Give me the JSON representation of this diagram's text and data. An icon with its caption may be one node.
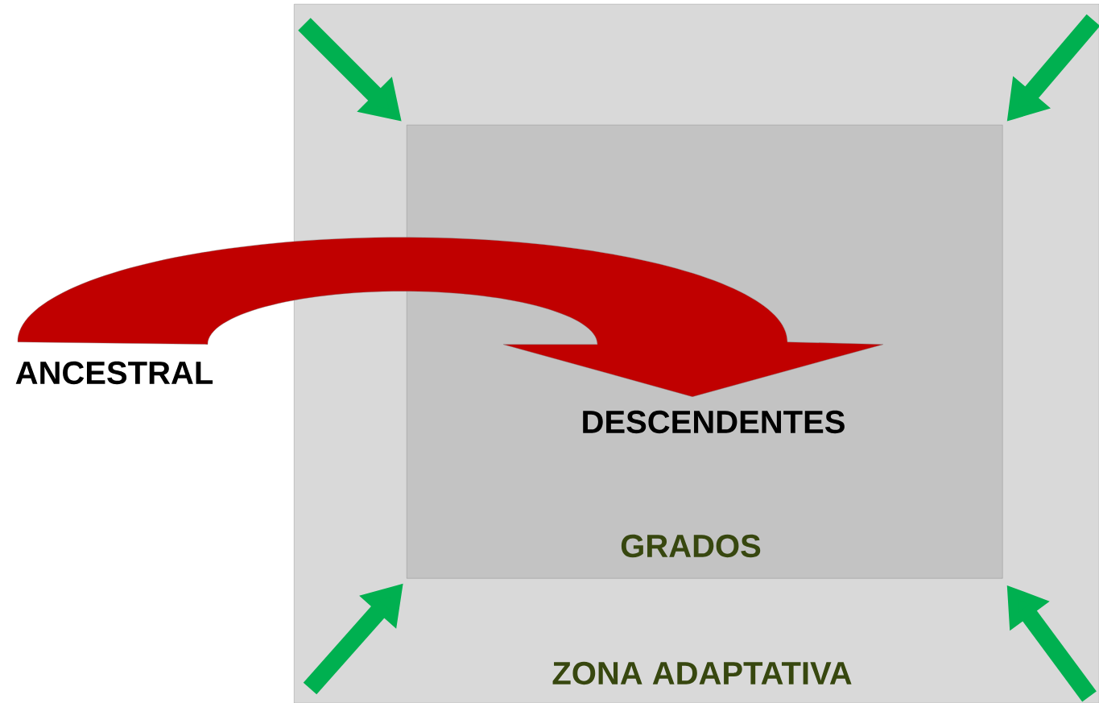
{
  "diagram": {
    "nodes": [
      {
        "text": [
          "ZONA ADAPTATIVA"
        ]
      },
      {
        "text": [
          "GRADOS"
        ],
        "in": 0
      },
      {
        "text": [
          "ANCESTRAL"
        ]
      },
      {
        "text": [
          "DESCENDENTES"
        ],
        "in": 1
      }
    ],
    "edges": [
      {
        "from": 2,
        "to": 3,
        "arrow": "to",
        "color": "#c00000"
      },
      {
        "from": null,
        "to": 1,
        "arrow": "to"
      },
      {
        "from": null,
        "to": 1,
        "arrow": "to"
      },
      {
        "from": null,
        "to": 1,
        "arrow": "to"
      },
      {
        "from": null,
        "to": 1,
        "arrow": "to"
      }
    ]
  }
}
